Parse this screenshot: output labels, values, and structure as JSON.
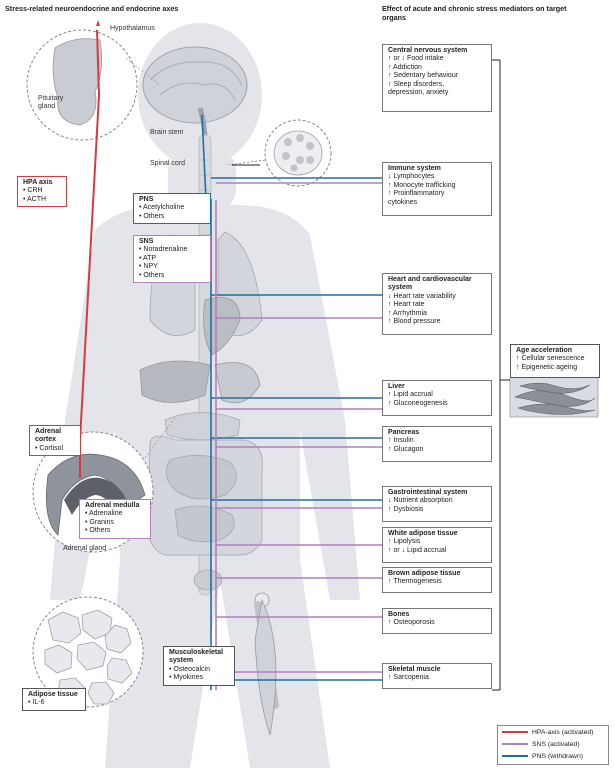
{
  "headers": {
    "left": "Stress-related neuroendocrine and endocrine axes",
    "right": "Effect of acute and chronic stress mediators on target organs"
  },
  "anatomy": {
    "hypothalamus": "Hypothalamus",
    "pituitary": "Pituitary gland",
    "brain_stem": "Brain stem",
    "spinal_cord": "Spinal cord",
    "adrenal_gland": "Adrenal gland"
  },
  "axes": {
    "hpa": {
      "title": "HPA axis",
      "items": [
        "• CRH",
        "• ACTH"
      ]
    },
    "pns": {
      "title": "PNS",
      "items": [
        "• Acetylcholine",
        "• Others"
      ]
    },
    "sns": {
      "title": "SNS",
      "items": [
        "• Noradrenaline",
        "• ATP",
        "• NPY",
        "• Others"
      ]
    },
    "adrenal_cortex": {
      "title": "Adrenal cortex",
      "items": [
        "• Cortisol"
      ]
    },
    "adrenal_medulla": {
      "title": "Adrenal medulla",
      "items": [
        "• Adrenaline",
        "• Granins",
        "• Others"
      ]
    },
    "adipose": {
      "title": "Adipose tissue",
      "items": [
        "• IL-6"
      ]
    },
    "musculoskeletal": {
      "title": "Musculoskeletal system",
      "items": [
        "• Osteocalcin",
        "• Myokines"
      ]
    }
  },
  "organs": [
    {
      "title": "Central nervous system",
      "items": [
        "↑ or ↓ Food intake",
        "↑ Addiction",
        "↑ Sedentary behaviour",
        "↑ Sleep disorders,",
        "   depression, anxiety"
      ]
    },
    {
      "title": "Immune system",
      "items": [
        "↓ Lymphocytes",
        "↑ Monocyte trafficking",
        "↑ Proinflammatory",
        "   cytokines"
      ]
    },
    {
      "title": "Heart and cardiovascular system",
      "items": [
        "↓ Heart rate variability",
        "↑ Heart rate",
        "↑ Arrhythmia",
        "↑ Blood pressure"
      ]
    },
    {
      "title": "Liver",
      "items": [
        "↑ Lipid accrual",
        "↑ Gluconeogenesis"
      ]
    },
    {
      "title": "Pancreas",
      "items": [
        "↑ Insulin",
        "↑ Glucagon"
      ]
    },
    {
      "title": "Gastrointestinal system",
      "items": [
        "↓ Nutrient absorption",
        "↑ Dysbiosis"
      ]
    },
    {
      "title": "White adipose tissue",
      "items": [
        "↑ Lipolysis",
        "↑ or ↓ Lipid accrual"
      ]
    },
    {
      "title": "Brown adipose tissue",
      "items": [
        "↑ Thermogenesis"
      ]
    },
    {
      "title": "Bones",
      "items": [
        "↑ Osteoporosis"
      ]
    },
    {
      "title": "Skeletal muscle",
      "items": [
        "↑ Sarcopenia"
      ]
    }
  ],
  "age": {
    "title": "Age acceleration",
    "items": [
      "↑ Cellular senescence",
      "↑ Epigenetic ageing"
    ]
  },
  "legend": [
    {
      "label": "HPA-axis (activated)",
      "color": "#d93a3f"
    },
    {
      "label": "SNS (activated)",
      "color": "#b27fc0"
    },
    {
      "label": "PNS (withdrawn)",
      "color": "#1f6fa3"
    }
  ],
  "colors": {
    "hpa": "#d93a3f",
    "sns": "#b27fc0",
    "pns": "#1f6fa3",
    "body": "#dfe1e6",
    "organ": "#c3c6cd"
  }
}
